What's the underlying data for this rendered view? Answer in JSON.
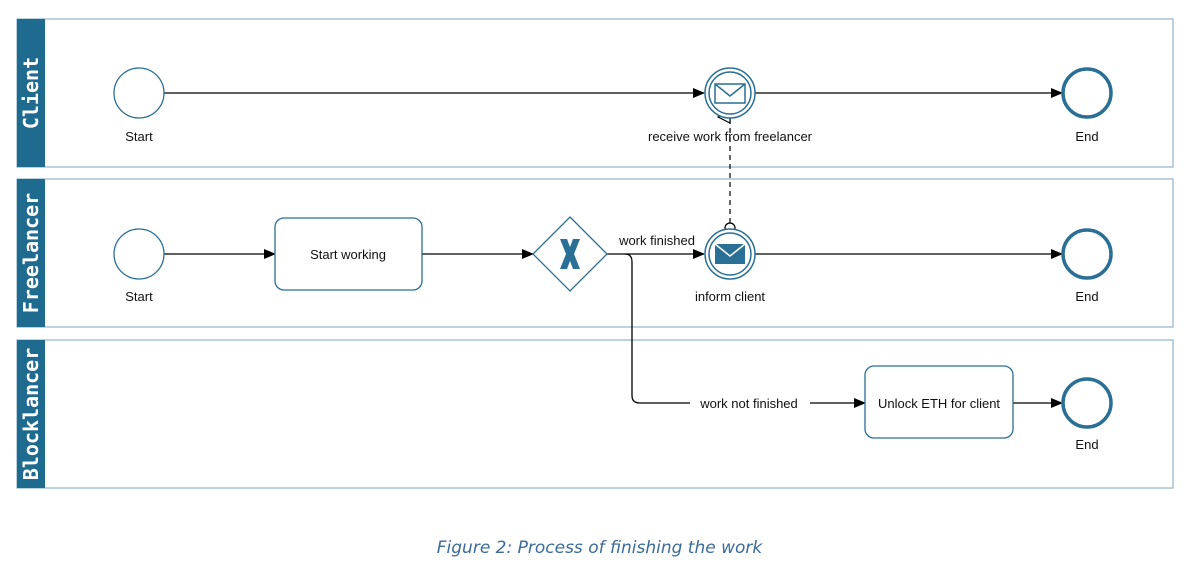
{
  "lanes": [
    {
      "name": "Client"
    },
    {
      "name": "Freelancer"
    },
    {
      "name": "Blocklancer"
    }
  ],
  "client": {
    "start_label": "Start",
    "receive_label": "receive work from freelancer",
    "end_label": "End"
  },
  "freelancer": {
    "start_label": "Start",
    "task_label": "Start working",
    "inform_label": "inform client",
    "end_label": "End",
    "flow_finished_label": "work finished"
  },
  "blocklancer": {
    "flow_not_finished_label": "work not finished",
    "task_label": "Unlock ETH for client",
    "end_label": "End"
  },
  "colors": {
    "lane_header": "#1f6a8f",
    "node_stroke": "#2a6f95",
    "icon_fill": "#2a6f95",
    "lane_border": "#8fb3c9"
  },
  "caption": "Figure 2: Process of finishing the work"
}
